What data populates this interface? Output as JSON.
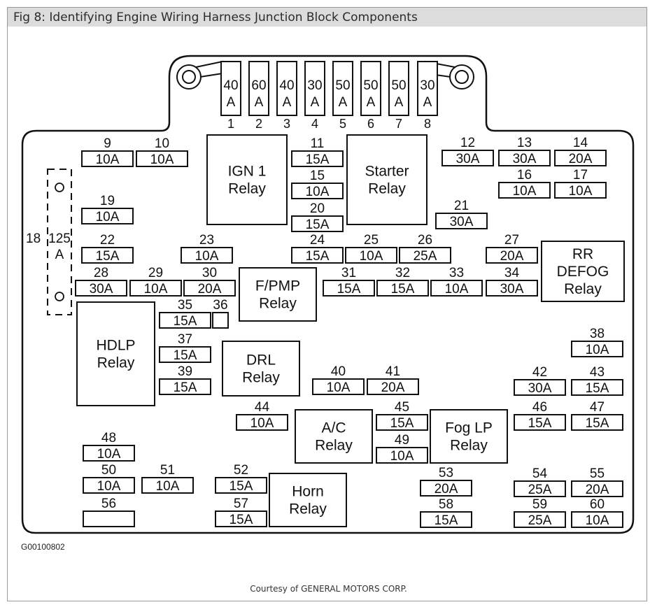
{
  "title": "Fig 8: Identifying Engine Wiring Harness Junction Block Components",
  "figure_code": "G00100802",
  "credit": "Courtesy of GENERAL MOTORS CORP.",
  "top_fuses": [
    {
      "num": "1",
      "a": "40",
      "b": "A"
    },
    {
      "num": "2",
      "a": "60",
      "b": "A"
    },
    {
      "num": "3",
      "a": "40",
      "b": "A"
    },
    {
      "num": "4",
      "a": "30",
      "b": "A"
    },
    {
      "num": "5",
      "a": "50",
      "b": "A"
    },
    {
      "num": "6",
      "a": "50",
      "b": "A"
    },
    {
      "num": "7",
      "a": "50",
      "b": "A"
    },
    {
      "num": "8",
      "a": "30",
      "b": "A"
    }
  ],
  "fuse18": {
    "num": "18",
    "a": "125",
    "b": "A"
  },
  "fuses": [
    {
      "num": "9",
      "value": "10A"
    },
    {
      "num": "10",
      "value": "10A"
    },
    {
      "num": "11",
      "value": "15A"
    },
    {
      "num": "12",
      "value": "30A"
    },
    {
      "num": "13",
      "value": "30A"
    },
    {
      "num": "14",
      "value": "20A"
    },
    {
      "num": "15",
      "value": "10A"
    },
    {
      "num": "16",
      "value": "10A"
    },
    {
      "num": "17",
      "value": "10A"
    },
    {
      "num": "19",
      "value": "10A"
    },
    {
      "num": "20",
      "value": "15A"
    },
    {
      "num": "21",
      "value": "30A"
    },
    {
      "num": "22",
      "value": "15A"
    },
    {
      "num": "23",
      "value": "10A"
    },
    {
      "num": "24",
      "value": "15A"
    },
    {
      "num": "25",
      "value": "10A"
    },
    {
      "num": "26",
      "value": "25A"
    },
    {
      "num": "27",
      "value": "20A"
    },
    {
      "num": "28",
      "value": "30A"
    },
    {
      "num": "29",
      "value": "10A"
    },
    {
      "num": "30",
      "value": "20A"
    },
    {
      "num": "31",
      "value": "15A"
    },
    {
      "num": "32",
      "value": "15A"
    },
    {
      "num": "33",
      "value": "10A"
    },
    {
      "num": "34",
      "value": "30A"
    },
    {
      "num": "35",
      "value": "15A"
    },
    {
      "num": "36",
      "value": ""
    },
    {
      "num": "37",
      "value": "15A"
    },
    {
      "num": "38",
      "value": "10A"
    },
    {
      "num": "39",
      "value": "15A"
    },
    {
      "num": "40",
      "value": "10A"
    },
    {
      "num": "41",
      "value": "20A"
    },
    {
      "num": "42",
      "value": "30A"
    },
    {
      "num": "43",
      "value": "15A"
    },
    {
      "num": "44",
      "value": "10A"
    },
    {
      "num": "45",
      "value": "15A"
    },
    {
      "num": "46",
      "value": "15A"
    },
    {
      "num": "47",
      "value": "15A"
    },
    {
      "num": "48",
      "value": "10A"
    },
    {
      "num": "49",
      "value": "10A"
    },
    {
      "num": "50",
      "value": "10A"
    },
    {
      "num": "51",
      "value": "10A"
    },
    {
      "num": "52",
      "value": "15A"
    },
    {
      "num": "53",
      "value": "20A"
    },
    {
      "num": "54",
      "value": "25A"
    },
    {
      "num": "55",
      "value": "20A"
    },
    {
      "num": "56",
      "value": ""
    },
    {
      "num": "57",
      "value": "15A"
    },
    {
      "num": "58",
      "value": "15A"
    },
    {
      "num": "59",
      "value": "25A"
    },
    {
      "num": "60",
      "value": "10A"
    }
  ],
  "relays": [
    {
      "id": "ign1",
      "lines": [
        "IGN 1",
        "Relay"
      ]
    },
    {
      "id": "starter",
      "lines": [
        "Starter",
        "Relay"
      ]
    },
    {
      "id": "rr-defog",
      "lines": [
        "RR",
        "DEFOG",
        "Relay"
      ]
    },
    {
      "id": "fpmp",
      "lines": [
        "F/PMP",
        "Relay"
      ]
    },
    {
      "id": "hdlp",
      "lines": [
        "HDLP",
        "Relay"
      ]
    },
    {
      "id": "drl",
      "lines": [
        "DRL",
        "Relay"
      ]
    },
    {
      "id": "ac",
      "lines": [
        "A/C",
        "Relay"
      ]
    },
    {
      "id": "foglp",
      "lines": [
        "Fog LP",
        "Relay"
      ]
    },
    {
      "id": "horn",
      "lines": [
        "Horn",
        "Relay"
      ]
    }
  ]
}
